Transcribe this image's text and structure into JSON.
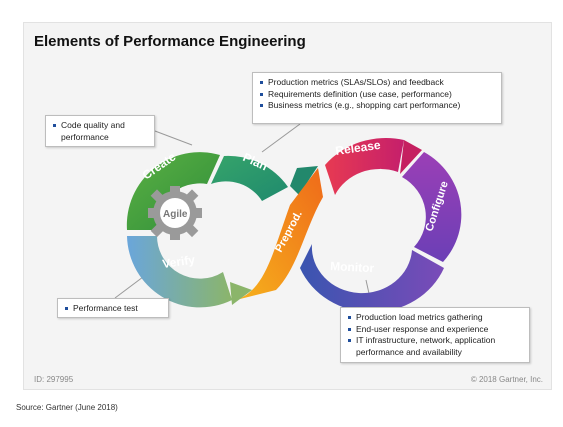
{
  "title": "Elements of Performance Engineering",
  "segments": {
    "create": "Create",
    "plan": "Plan",
    "release": "Release",
    "configure": "Configure",
    "monitor": "Monitor",
    "preprod": "Preprod.",
    "verify": "Verify",
    "center": "Agile"
  },
  "callouts": {
    "plan": [
      "Production metrics (SLAs/SLOs) and feedback",
      "Requirements definition (use case, performance)",
      "Business metrics (e.g., shopping cart performance)"
    ],
    "create": [
      "Code quality and",
      "performance"
    ],
    "verify": [
      "Performance test"
    ],
    "monitor": [
      "Production load metrics gathering",
      "End-user response and experience",
      "IT infrastructure, network, application",
      "performance and availability"
    ]
  },
  "footer": {
    "id": "ID: 297995",
    "copyright": "© 2018 Gartner, Inc."
  },
  "source": "Source: Gartner (June 2018)",
  "colors": {
    "create": "#3f9c3a",
    "plan": "#2e9a74",
    "release": "#d9274b",
    "configure": "#7a3fb0",
    "monitor": "#5a4db0",
    "preprod": "#f08a1c",
    "verify": "#5b9bd5",
    "gear": "#9a9a9a"
  }
}
